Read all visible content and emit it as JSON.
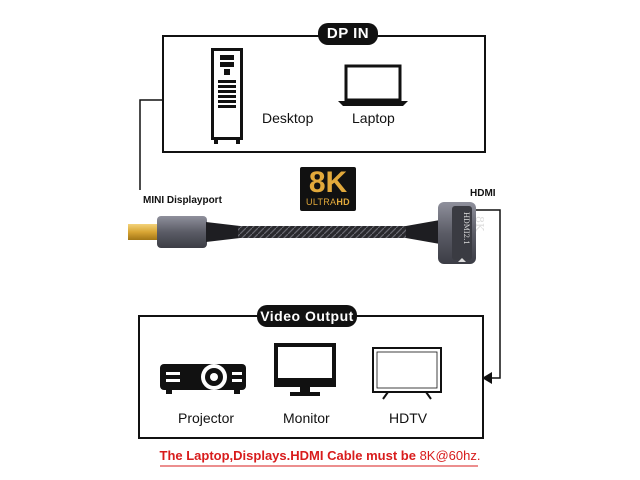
{
  "top_section": {
    "title": "DP IN",
    "devices": [
      {
        "label": "Desktop",
        "icon": "desktop-tower-icon"
      },
      {
        "label": "Laptop",
        "icon": "laptop-icon"
      }
    ]
  },
  "cable": {
    "left_label": "MINI Displayport",
    "right_label": "HDMI",
    "badge_main": "8K",
    "badge_sub_1": "ULTRA",
    "badge_sub_2": "HD",
    "port_text_1": "8K",
    "port_text_2": "HDMI2.1"
  },
  "bottom_section": {
    "title": "Video Output",
    "devices": [
      {
        "label": "Projector",
        "icon": "projector-icon"
      },
      {
        "label": "Monitor",
        "icon": "monitor-icon"
      },
      {
        "label": "HDTV",
        "icon": "hdtv-icon"
      }
    ]
  },
  "footer_note": {
    "text_part": "The Laptop,Displays.HDMI Cable must be ",
    "value_part": "8K@60hz."
  },
  "colors": {
    "note_red": "#d81c1c",
    "badge_gold": "#e2a93b",
    "cable_gray": "#5b5c66"
  }
}
